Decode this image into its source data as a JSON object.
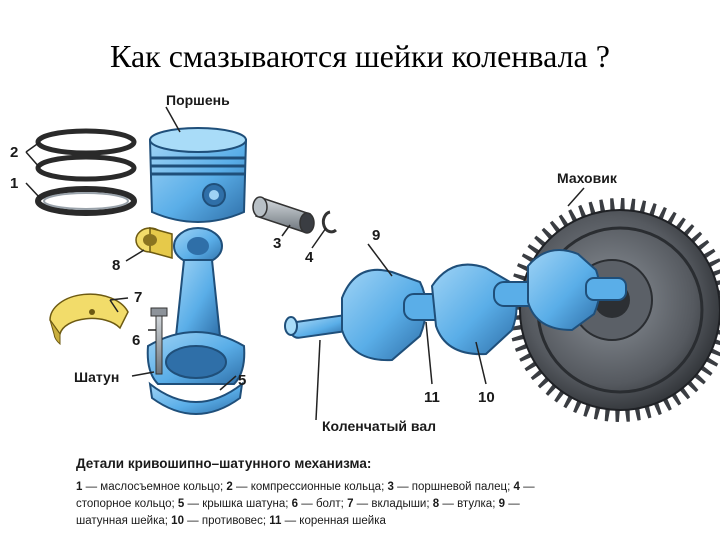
{
  "title": "Как смазываются шейки коленвала ?",
  "labels": {
    "piston": "Поршень",
    "flywheel": "Маховик",
    "conrod": "Шатун",
    "crankshaft": "Коленчатый вал"
  },
  "numbers": {
    "n1": "1",
    "n2": "2",
    "n3": "3",
    "n4": "4",
    "n5": "5",
    "n6": "6",
    "n7": "7",
    "n8": "8",
    "n9": "9",
    "n10": "10",
    "n11": "11"
  },
  "legend": {
    "heading": "Детали кривошипно–шатунного механизма:",
    "items": [
      {
        "n": "1",
        "text": "маслосъемное кольцо;"
      },
      {
        "n": "2",
        "text": "компрессионные кольца;"
      },
      {
        "n": "3",
        "text": "поршневой палец;"
      },
      {
        "n": "4",
        "text": "стопорное кольцо;"
      },
      {
        "n": "5",
        "text": "крышка шатуна;"
      },
      {
        "n": "6",
        "text": "болт;"
      },
      {
        "n": "7",
        "text": "вкладыши;"
      },
      {
        "n": "8",
        "text": "втулка;"
      },
      {
        "n": "9",
        "text": "шатунная шейка;"
      },
      {
        "n": "10",
        "text": "противовес;"
      },
      {
        "n": "11",
        "text": "коренная шейка"
      }
    ]
  },
  "colors": {
    "part_blue": "#5aaee8",
    "part_blue_dark": "#2f6fa8",
    "gear_dark": "#3a3d42",
    "bushing_yellow": "#f2dc6a",
    "steel_gray": "#9aa3ab"
  }
}
